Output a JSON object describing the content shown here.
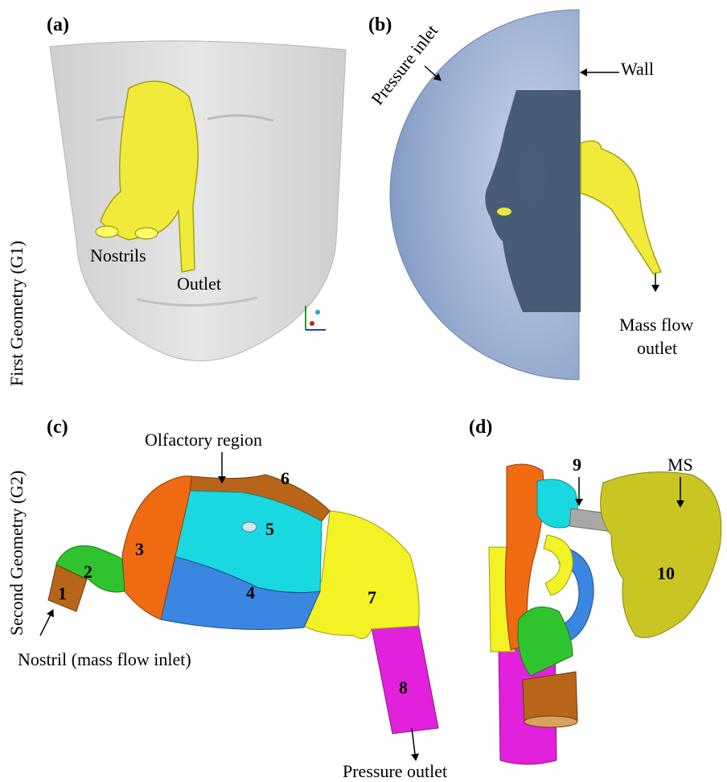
{
  "panels": {
    "a": "(a)",
    "b": "(b)",
    "c": "(c)",
    "d": "(d)"
  },
  "side_labels": {
    "first": "First Geometry (G1)",
    "second": "Second Geometry (G2)"
  },
  "panel_a": {
    "nostrils": "Nostrils",
    "outlet": "Outlet"
  },
  "panel_b": {
    "pressure_inlet": "Pressure inlet",
    "wall": "Wall",
    "mass_flow_line1": "Mass flow",
    "mass_flow_line2": "outlet"
  },
  "panel_c": {
    "olfactory": "Olfactory region",
    "nostril_inlet": "Nostril (mass flow inlet)",
    "pressure_outlet": "Pressure outlet",
    "region_numbers": [
      "1",
      "2",
      "3",
      "4",
      "5",
      "6",
      "7",
      "8"
    ]
  },
  "panel_d": {
    "ms": "MS",
    "region_numbers": [
      "9",
      "10"
    ]
  },
  "colors": {
    "face": "#dcdcdc",
    "airway_yellow": "#f0ea3a",
    "dome_blue": "#8ea6cf",
    "head_dark": "#3f536e",
    "region_brown": "#b8651a",
    "region_green": "#2fc42f",
    "region_orange": "#f06a12",
    "region_blue": "#3a86e0",
    "region_cyan": "#1ad8e0",
    "region_yellow": "#f2f224",
    "region_magenta": "#e221dc",
    "sinus_olive": "#c9c624"
  }
}
